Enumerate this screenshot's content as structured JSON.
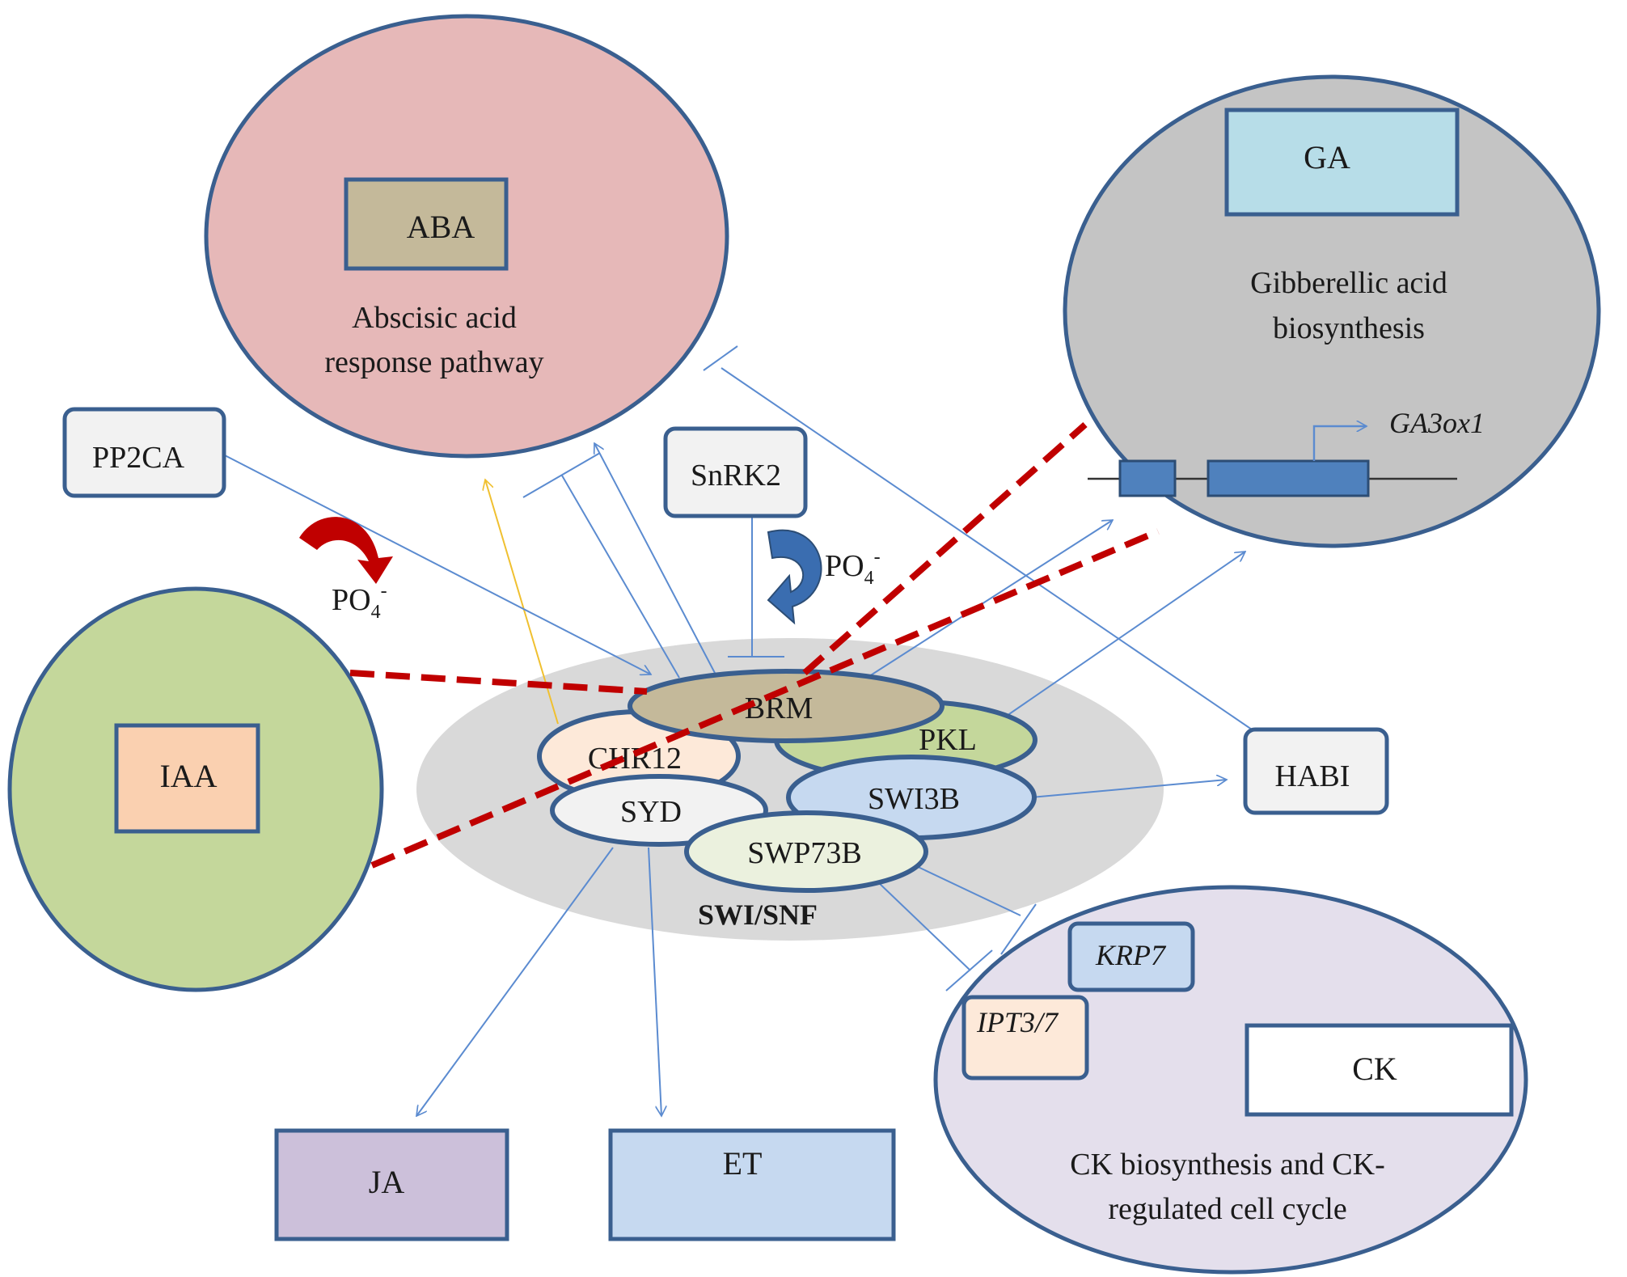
{
  "hormones": {
    "aba": "ABA",
    "ga": "GA",
    "iaa": "IAA",
    "ck": "CK",
    "ja": "JA",
    "et": "ET"
  },
  "pathways": {
    "aba_line1": "Abscisic acid",
    "aba_line2": "response pathway",
    "ga_line1": "Gibberellic acid",
    "ga_line2": "biosynthesis",
    "ck_line1": "CK biosynthesis and CK-",
    "ck_line2": "regulated cell cycle"
  },
  "regulators": {
    "pp2ca": "PP2CA",
    "snrk2": "SnRK2",
    "habi": "HABI"
  },
  "complex": {
    "name": "SWI/SNF",
    "brm": "BRM",
    "chr12": "CHR12",
    "pkl": "PKL",
    "swi3b": "SWI3B",
    "syd": "SYD",
    "swp73b": "SWP73B"
  },
  "genes": {
    "ga3ox1": "GA3ox1",
    "krp7": "KRP7",
    "ipt37": "IPT3/7"
  },
  "phosphate": {
    "base": "PO",
    "subscript": "4",
    "superscript": "-"
  },
  "colors": {
    "aba_circle": "#e6b8b8",
    "ga_circle": "#c4c4c4",
    "iaa_circle": "#c4d79b",
    "ck_circle": "#e4dfec",
    "complex_bg": "#d9d9d9",
    "outline": "#3a5f8f",
    "dashed": "#c00000",
    "arrow_blue": "#5b8bd0",
    "arrow_yellow": "#f0c030"
  }
}
